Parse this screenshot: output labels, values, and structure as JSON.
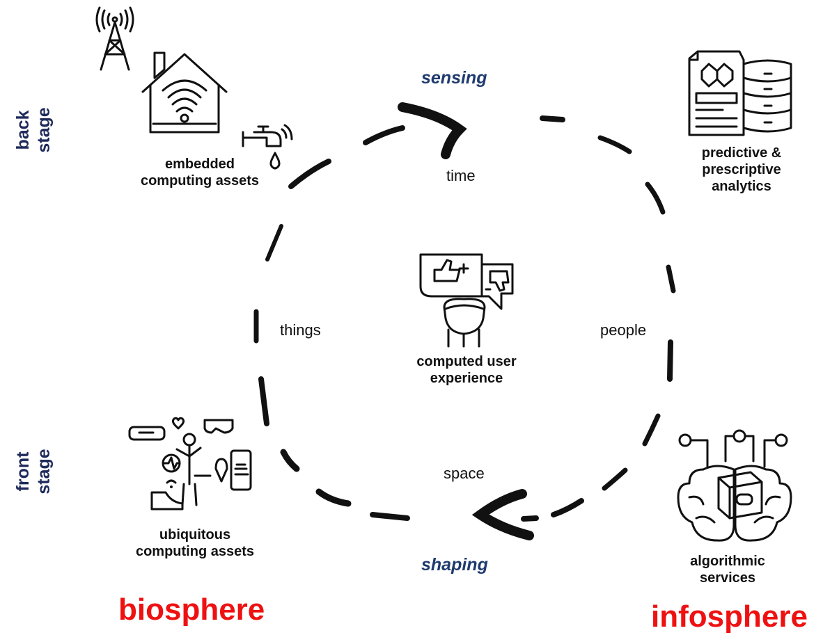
{
  "stages": {
    "back": "back stage",
    "front": "front stage"
  },
  "phases": {
    "sensing": "sensing",
    "shaping": "shaping"
  },
  "edges": {
    "time": "time",
    "people": "people",
    "space": "space",
    "things": "things"
  },
  "nodes": {
    "embedded": "embedded computing assets",
    "analytics": "predictive & prescriptive analytics",
    "ux": "computed user experience",
    "ubiquitous": "ubiquitous computing assets",
    "algorithmic": "algorithmic services"
  },
  "spheres": {
    "bio": "biosphere",
    "info": "infosphere"
  },
  "colors": {
    "stage_text": "#1f2a5a",
    "phase_text": "#1f3a6e",
    "sphere_text": "#ee1111",
    "ink": "#111111"
  },
  "icons": [
    "antenna-icon",
    "house-wifi-icon",
    "faucet-icon",
    "analytics-database-icon",
    "user-feedback-icon",
    "wearables-icon",
    "brain-chip-icon"
  ]
}
